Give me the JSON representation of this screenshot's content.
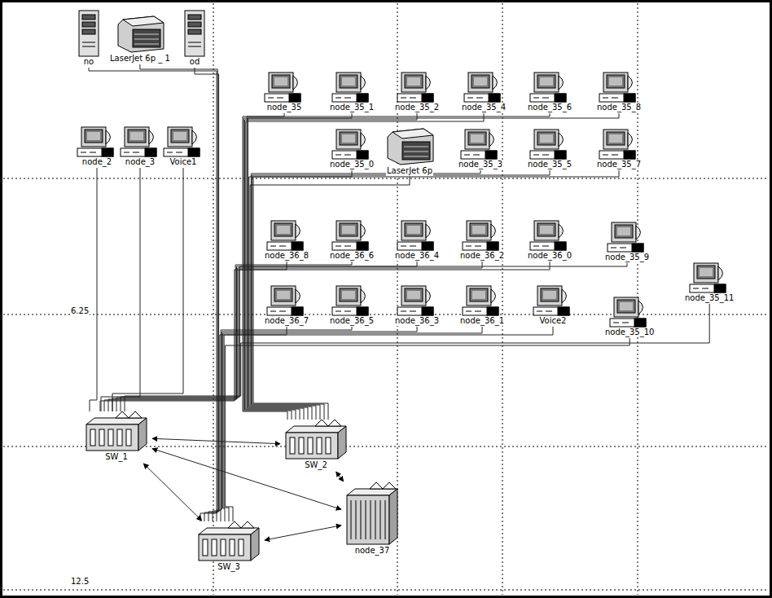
{
  "diagram": {
    "nodes": [
      {
        "text": [
          "no"
        ]
      },
      {
        "text": [
          "LaserJet 6p _ 1"
        ]
      },
      {
        "text": [
          "od"
        ]
      },
      {
        "text": [
          "node_35"
        ]
      },
      {
        "text": [
          "node_35_1"
        ]
      },
      {
        "text": [
          "node_35_2"
        ]
      },
      {
        "text": [
          "node_35_4"
        ]
      },
      {
        "text": [
          "node_35_6"
        ]
      },
      {
        "text": [
          "node_35_8"
        ]
      },
      {
        "text": [
          "node_2"
        ]
      },
      {
        "text": [
          "node_3"
        ]
      },
      {
        "text": [
          "Voice1"
        ]
      },
      {
        "text": [
          "node_35_0"
        ]
      },
      {
        "text": [
          "LaserJet 6p"
        ]
      },
      {
        "text": [
          "node_35_3"
        ]
      },
      {
        "text": [
          "node_35_5"
        ]
      },
      {
        "text": [
          "node_35_7"
        ]
      },
      {
        "text": [
          "node_36_8"
        ]
      },
      {
        "text": [
          "node_36_6"
        ]
      },
      {
        "text": [
          "node_36_4"
        ]
      },
      {
        "text": [
          "node_36_2"
        ]
      },
      {
        "text": [
          "node_36_0"
        ]
      },
      {
        "text": [
          "node_35_9"
        ]
      },
      {
        "text": [
          "node_35_11"
        ]
      },
      {
        "text": [
          "node_36_7"
        ]
      },
      {
        "text": [
          "node_36_5"
        ]
      },
      {
        "text": [
          "node_36_3"
        ]
      },
      {
        "text": [
          "node_36_1"
        ]
      },
      {
        "text": [
          "Voice2"
        ]
      },
      {
        "text": [
          "node_35_10"
        ]
      },
      {
        "text": [
          "SW_1"
        ]
      },
      {
        "text": [
          "SW_2"
        ]
      },
      {
        "text": [
          "SW_3"
        ]
      },
      {
        "text": [
          "node_37"
        ]
      }
    ],
    "edges": [
      {
        "from": 0,
        "to": 32,
        "arrow": "none"
      },
      {
        "from": 1,
        "to": 32,
        "arrow": "none"
      },
      {
        "from": 2,
        "to": 32,
        "arrow": "none"
      },
      {
        "from": 3,
        "to": 31,
        "arrow": "none"
      },
      {
        "from": 4,
        "to": 31,
        "arrow": "none"
      },
      {
        "from": 5,
        "to": 31,
        "arrow": "none"
      },
      {
        "from": 6,
        "to": 31,
        "arrow": "none"
      },
      {
        "from": 7,
        "to": 31,
        "arrow": "none"
      },
      {
        "from": 8,
        "to": 31,
        "arrow": "none"
      },
      {
        "from": 9,
        "to": 30,
        "arrow": "none"
      },
      {
        "from": 10,
        "to": 30,
        "arrow": "none"
      },
      {
        "from": 11,
        "to": 30,
        "arrow": "none"
      },
      {
        "from": 12,
        "to": 31,
        "arrow": "none"
      },
      {
        "from": 13,
        "to": 31,
        "arrow": "none"
      },
      {
        "from": 14,
        "to": 31,
        "arrow": "none"
      },
      {
        "from": 15,
        "to": 31,
        "arrow": "none"
      },
      {
        "from": 16,
        "to": 31,
        "arrow": "none"
      },
      {
        "from": 17,
        "to": 30,
        "arrow": "none"
      },
      {
        "from": 18,
        "to": 30,
        "arrow": "none"
      },
      {
        "from": 19,
        "to": 30,
        "arrow": "none"
      },
      {
        "from": 20,
        "to": 30,
        "arrow": "none"
      },
      {
        "from": 21,
        "to": 30,
        "arrow": "none"
      },
      {
        "from": 22,
        "to": 30,
        "arrow": "none"
      },
      {
        "from": 23,
        "to": 30,
        "arrow": "none"
      },
      {
        "from": 24,
        "to": 32,
        "arrow": "none"
      },
      {
        "from": 25,
        "to": 32,
        "arrow": "none"
      },
      {
        "from": 26,
        "to": 32,
        "arrow": "none"
      },
      {
        "from": 27,
        "to": 32,
        "arrow": "none"
      },
      {
        "from": 28,
        "to": 32,
        "arrow": "none"
      },
      {
        "from": 29,
        "to": 32,
        "arrow": "none"
      },
      {
        "from": 30,
        "to": 31,
        "arrow": "both"
      },
      {
        "from": 30,
        "to": 32,
        "arrow": "both"
      },
      {
        "from": 30,
        "to": 33,
        "arrow": "both"
      },
      {
        "from": 31,
        "to": 33,
        "arrow": "both"
      },
      {
        "from": 32,
        "to": 33,
        "arrow": "both"
      }
    ],
    "labels": [
      "6.25",
      "12.5"
    ]
  }
}
